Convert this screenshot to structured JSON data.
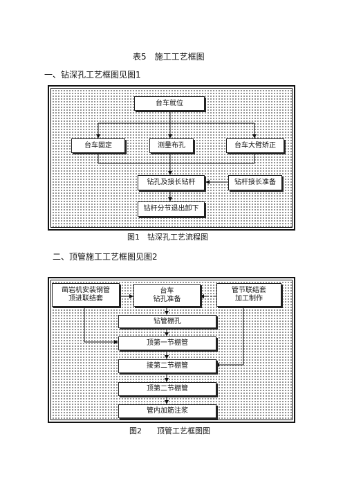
{
  "table_title": "表5　施工工艺框图",
  "section1": {
    "heading": "一、钻深孔工艺框图见图1",
    "boxes": {
      "positioning": "台车就位",
      "fix": "台车固定",
      "measure": "测量布孔",
      "arm": "台车大臂矫正",
      "drill": "钻孔及接长钻杆",
      "prep": "钻杆接长准备",
      "retract": "钻杆分节退出卸下"
    },
    "caption": "图1　钻深孔工艺流程图"
  },
  "section2": {
    "heading": "二、顶管施工工艺框图见图2",
    "boxes": {
      "rock_drill": [
        "凿岩机安装钢管",
        "顶进联结套"
      ],
      "trolley": [
        "台车",
        "钻孔准备"
      ],
      "coupling": [
        "管节联结套",
        "加工制作"
      ],
      "drill_shed": "钻管棚孔",
      "push1": "顶第一节棚管",
      "join2": "接第二节棚管",
      "push2": "顶第二节棚管",
      "grout": "管内加筋注浆"
    },
    "caption": "图2　　顶管工艺框图图"
  }
}
